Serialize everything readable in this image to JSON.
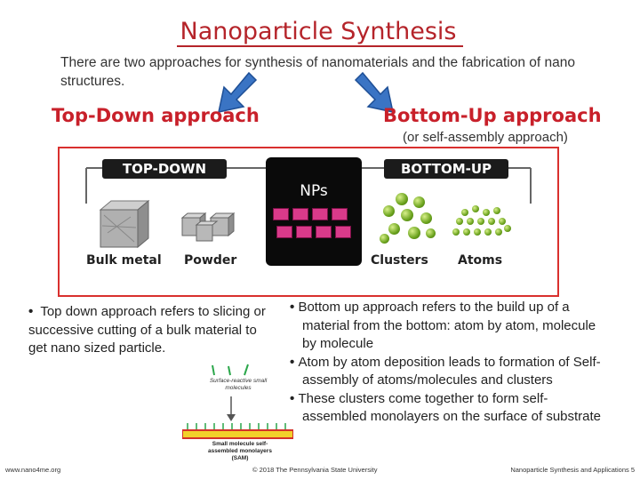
{
  "title": "Nanoparticle Synthesis",
  "intro": "There are two approaches for synthesis of nanomaterials and the fabrication of nano structures.",
  "top_down": {
    "heading": "Top-Down approach"
  },
  "bottom_up": {
    "heading": "Bottom-Up approach",
    "subheading": "(or self-assembly approach)"
  },
  "figure": {
    "top_down_bar": "TOP-DOWN",
    "bottom_up_bar": "BOTTOM-UP",
    "center_label": "NPs",
    "labels": [
      "Bulk metal",
      "Powder",
      "Clusters",
      "Atoms"
    ]
  },
  "left_bullets": [
    "Top down approach refers to slicing or successive cutting of a bulk material to get nano sized particle."
  ],
  "inset": {
    "top_label": "Surface-reactive small molecules",
    "bottom_label": "Small molecule self-assembled monolayers (SAM)"
  },
  "right_bullets": [
    "Bottom up approach refers to the build up of a material from the bottom: atom by atom, molecule by molecule",
    "Atom by atom deposition leads to formation of Self- assembly of atoms/molecules and clusters",
    "These clusters come together to form self-assembled monolayers on the surface of substrate"
  ],
  "footer": {
    "left": "www.nano4me.org",
    "center": "© 2018 The Pennsylvania State University",
    "right": "Nanoparticle Synthesis and Applications 5"
  },
  "colors": {
    "accent_red": "#c8202a",
    "arrow_blue": "#3a74c4",
    "nps_pink": "#d93a8a",
    "cluster_green": "#6aa21d"
  }
}
